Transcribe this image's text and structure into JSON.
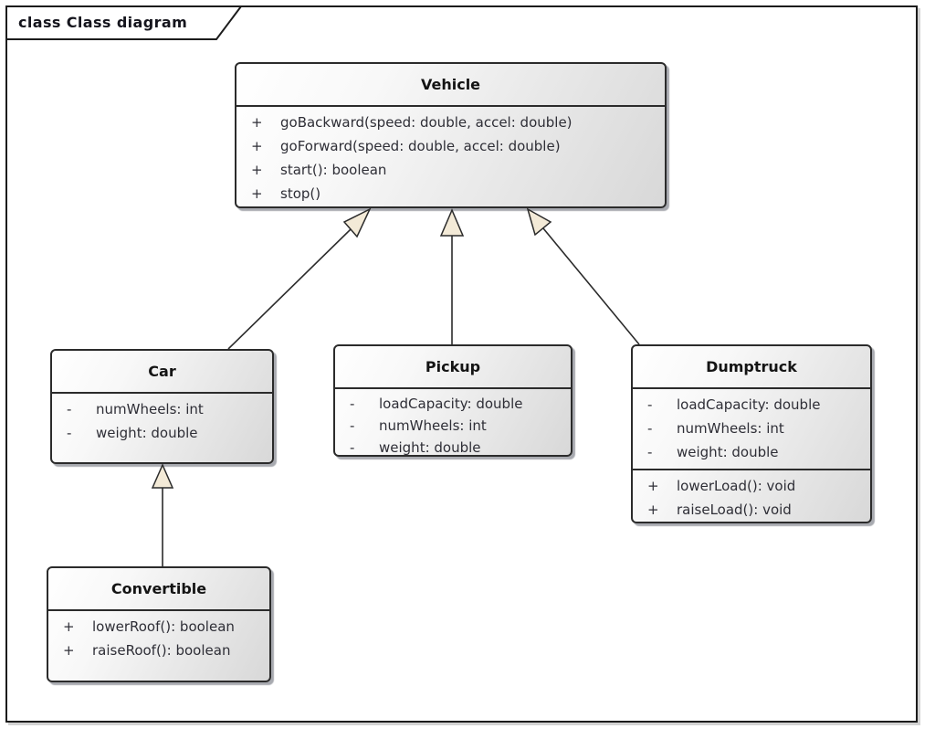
{
  "frame": {
    "label": "class Class diagram"
  },
  "colors": {
    "box_border": "#2b2b2b",
    "box_fill_light": "#ffffff",
    "box_fill_dark": "#d8d8d8",
    "relationship_line": "#2b2b2b",
    "arrowhead_fill": "#f3ead7",
    "text": "#2e2e36"
  },
  "classes": [
    {
      "name": "Vehicle",
      "attributes": [],
      "operations": [
        {
          "vis": "+",
          "sig": "goBackward(speed: double, accel: double)"
        },
        {
          "vis": "+",
          "sig": "goForward(speed: double, accel: double)"
        },
        {
          "vis": "+",
          "sig": "start(): boolean"
        },
        {
          "vis": "+",
          "sig": "stop()"
        }
      ]
    },
    {
      "name": "Car",
      "attributes": [
        {
          "vis": "-",
          "sig": "numWheels: int"
        },
        {
          "vis": "-",
          "sig": "weight: double"
        }
      ],
      "operations": []
    },
    {
      "name": "Pickup",
      "attributes": [
        {
          "vis": "-",
          "sig": "loadCapacity: double"
        },
        {
          "vis": "-",
          "sig": "numWheels: int"
        },
        {
          "vis": "-",
          "sig": "weight: double"
        }
      ],
      "operations": []
    },
    {
      "name": "Dumptruck",
      "attributes": [
        {
          "vis": "-",
          "sig": "loadCapacity: double"
        },
        {
          "vis": "-",
          "sig": "numWheels: int"
        },
        {
          "vis": "-",
          "sig": "weight: double"
        }
      ],
      "operations": [
        {
          "vis": "+",
          "sig": "lowerLoad(): void"
        },
        {
          "vis": "+",
          "sig": "raiseLoad(): void"
        }
      ]
    },
    {
      "name": "Convertible",
      "attributes": [],
      "operations": [
        {
          "vis": "+",
          "sig": "lowerRoof(): boolean"
        },
        {
          "vis": "+",
          "sig": "raiseRoof(): boolean"
        }
      ]
    }
  ],
  "relationships": [
    {
      "type": "generalization",
      "from": "Car",
      "to": "Vehicle"
    },
    {
      "type": "generalization",
      "from": "Pickup",
      "to": "Vehicle"
    },
    {
      "type": "generalization",
      "from": "Dumptruck",
      "to": "Vehicle"
    },
    {
      "type": "generalization",
      "from": "Convertible",
      "to": "Car"
    }
  ]
}
